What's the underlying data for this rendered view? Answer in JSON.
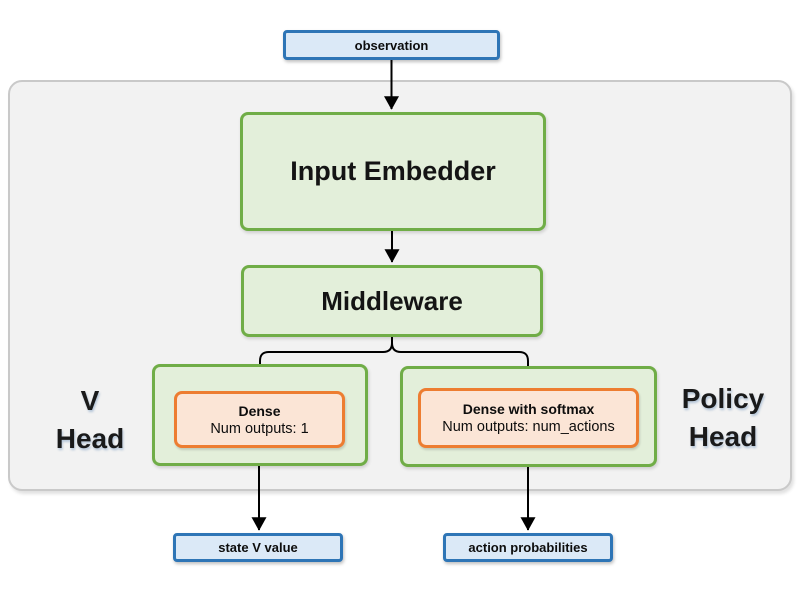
{
  "nodes": {
    "observation": {
      "label": "observation"
    },
    "input_embedder": {
      "label": "Input Embedder"
    },
    "middleware": {
      "label": "Middleware"
    },
    "v_head_label": {
      "line1": "V",
      "line2": "Head"
    },
    "policy_head_label": {
      "line1": "Policy",
      "line2": "Head"
    },
    "v_head_dense": {
      "title": "Dense",
      "subtitle": "Num outputs: 1"
    },
    "policy_head_dense": {
      "title": "Dense with softmax",
      "subtitle": "Num outputs: num_actions"
    },
    "state_v_value": {
      "label": "state V value"
    },
    "action_probabilities": {
      "label": "action probabilities"
    }
  },
  "edges": [
    {
      "from": "observation",
      "to": "input_embedder"
    },
    {
      "from": "input_embedder",
      "to": "middleware"
    },
    {
      "from": "middleware",
      "to": "v_head_dense"
    },
    {
      "from": "middleware",
      "to": "policy_head_dense"
    },
    {
      "from": "v_head_dense",
      "to": "state_v_value"
    },
    {
      "from": "policy_head_dense",
      "to": "action_probabilities"
    }
  ],
  "colors": {
    "io_fill": "#dbe9f7",
    "io_border": "#2e75b6",
    "block_fill": "#e3efda",
    "block_border": "#70ad47",
    "layer_fill": "#fbe5d6",
    "layer_border": "#ed7d31",
    "container_fill": "#f2f2f2",
    "container_border": "#c9c9c9",
    "arrow": "#000000"
  }
}
